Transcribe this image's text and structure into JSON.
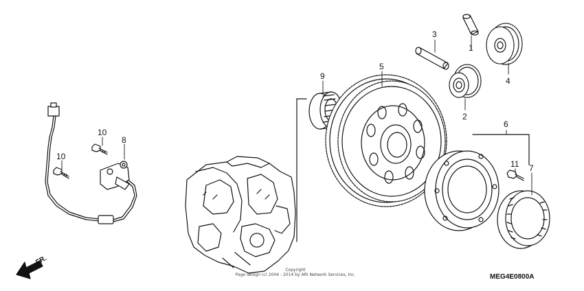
{
  "callouts": [
    {
      "id": "c1",
      "text": "1"
    },
    {
      "id": "c2",
      "text": "2"
    },
    {
      "id": "c3",
      "text": "3"
    },
    {
      "id": "c4",
      "text": "4"
    },
    {
      "id": "c5",
      "text": "5"
    },
    {
      "id": "c6",
      "text": "6"
    },
    {
      "id": "c7",
      "text": "7"
    },
    {
      "id": "c8",
      "text": "8"
    },
    {
      "id": "c9",
      "text": "9"
    },
    {
      "id": "c10a",
      "text": "10"
    },
    {
      "id": "c10b",
      "text": "10"
    },
    {
      "id": "c11",
      "text": "11"
    }
  ],
  "direction_label": "FR.",
  "copyright_line1": "Copyright",
  "copyright_line2": "Page design (c) 2004 - 2014 by ARI Network Services, Inc.",
  "diagram_code": "MEG4E0800A"
}
